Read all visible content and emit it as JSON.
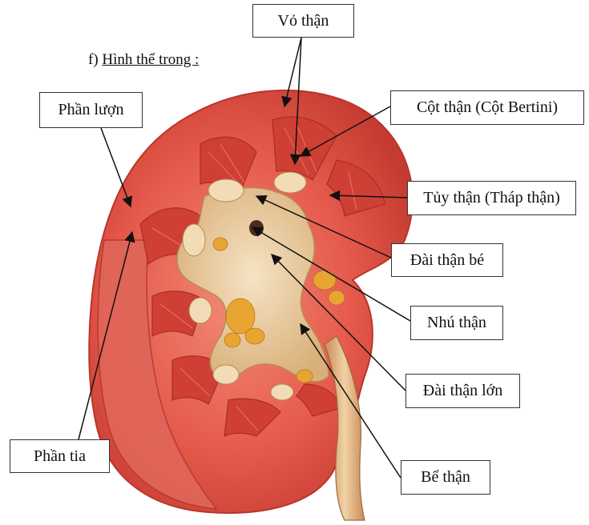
{
  "heading": {
    "prefix": "f)",
    "text": "Hình thể trong :"
  },
  "labels": {
    "vo_than": "Vỏ thận",
    "phan_luon": "Phần lượn",
    "cot_than": "Cột thận (Cột Bertini)",
    "tuy_than": "Tủy thận (Tháp thận)",
    "dai_than_be": "Đài thận bé",
    "nhu_than": "Nhú thận",
    "dai_than_lon": "Đài thận lớn",
    "phan_tia": "Phần tia",
    "be_than": "Bể thận"
  },
  "colors": {
    "cortex": "#e2574c",
    "medulla": "#d8463c",
    "pelvis": "#e8c9a0",
    "fat": "#e9a531",
    "capsule_edge": "#c23a30",
    "ureter": "#d9a770"
  }
}
